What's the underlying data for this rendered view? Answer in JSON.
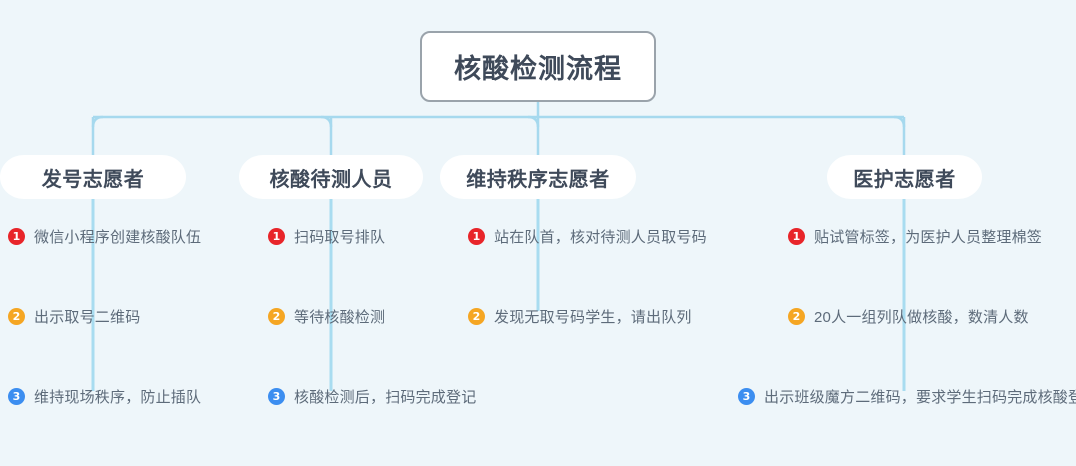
{
  "page": {
    "background_color": "#eef6fa",
    "line_color": "#a6d9ee",
    "title_text_color": "#3f4a5a",
    "step_text_color": "#5d6b7a"
  },
  "title": {
    "label": "核酸检测流程",
    "box_border_color": "#9aa3ab",
    "box_fill_color": "#ffffff"
  },
  "badge_colors": {
    "one": "#e8252a",
    "two": "#f5a623",
    "three": "#3c8ef0"
  },
  "branches": [
    {
      "id": "branch-fahao",
      "label": "发号志愿者",
      "steps": [
        {
          "num": "1",
          "text": "微信小程序创建核酸队伍"
        },
        {
          "num": "2",
          "text": "出示取号二维码"
        },
        {
          "num": "3",
          "text": "维持现场秩序，防止插队"
        }
      ]
    },
    {
      "id": "branch-daice",
      "label": "核酸待测人员",
      "steps": [
        {
          "num": "1",
          "text": "扫码取号排队"
        },
        {
          "num": "2",
          "text": "等待核酸检测"
        },
        {
          "num": "3",
          "text": "核酸检测后，扫码完成登记"
        }
      ]
    },
    {
      "id": "branch-zhixu",
      "label": "维持秩序志愿者",
      "steps": [
        {
          "num": "1",
          "text": "站在队首，核对待测人员取号码"
        },
        {
          "num": "2",
          "text": "发现无取号码学生，请出队列"
        }
      ]
    },
    {
      "id": "branch-yihu",
      "label": "医护志愿者",
      "steps": [
        {
          "num": "1",
          "text": "贴试管标签，为医护人员整理棉签"
        },
        {
          "num": "2",
          "text": "20人一组列队做核酸，数清人数"
        },
        {
          "num": "3",
          "text": "出示班级魔方二维码，要求学生扫码完成核酸登记"
        }
      ]
    }
  ]
}
